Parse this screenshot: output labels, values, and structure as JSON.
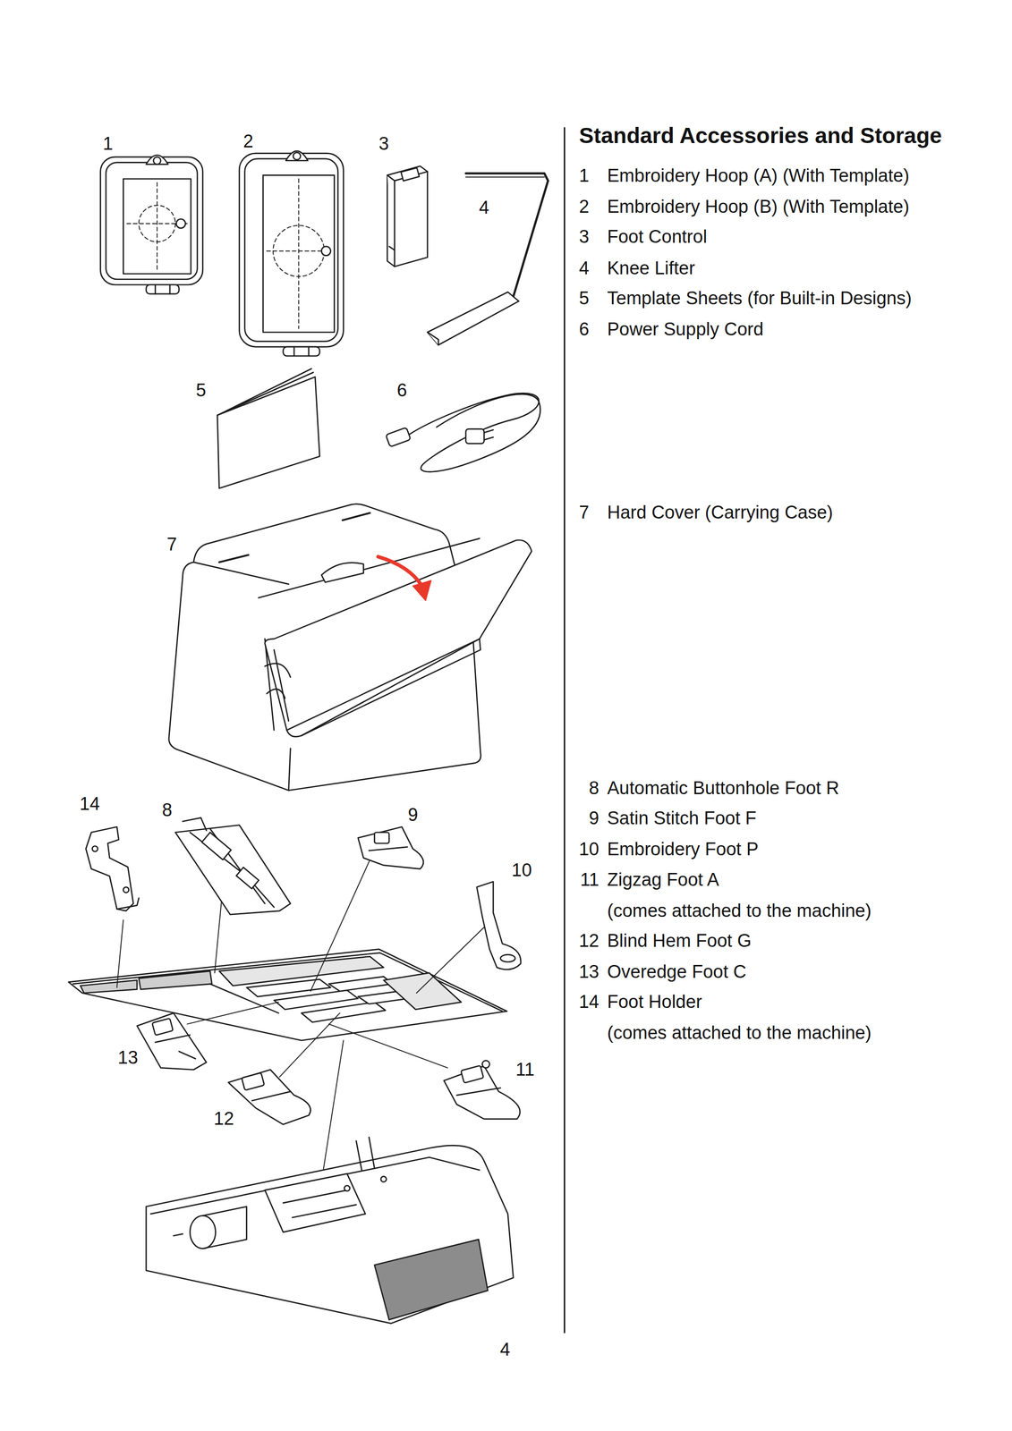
{
  "diagram": {
    "title": "Standard Accessories and Storage",
    "labels": [
      "1",
      "2",
      "3",
      "4",
      "5",
      "6",
      "7",
      "14",
      "8",
      "9",
      "10",
      "13",
      "11",
      "12",
      "1",
      "Embroidery Hoop (A) (With Template)",
      "2",
      "Embroidery Hoop (B) (With Template)",
      "3",
      "Foot Control",
      "4",
      "Knee Lifter",
      "5",
      "Template Sheets (for Built-in Designs)",
      "6",
      "Power Supply Cord",
      "7",
      "Hard Cover (Carrying Case)",
      "8",
      "Automatic Buttonhole Foot R",
      "9",
      "Satin Stitch Foot F",
      "10",
      "Embroidery Foot P",
      "11",
      "Zigzag Foot A",
      "(comes attached to the machine)",
      "12",
      "Blind Hem Foot G",
      "13",
      "Overedge Foot C",
      "14",
      "Foot Holder",
      "(comes attached to the machine)",
      "4"
    ]
  }
}
